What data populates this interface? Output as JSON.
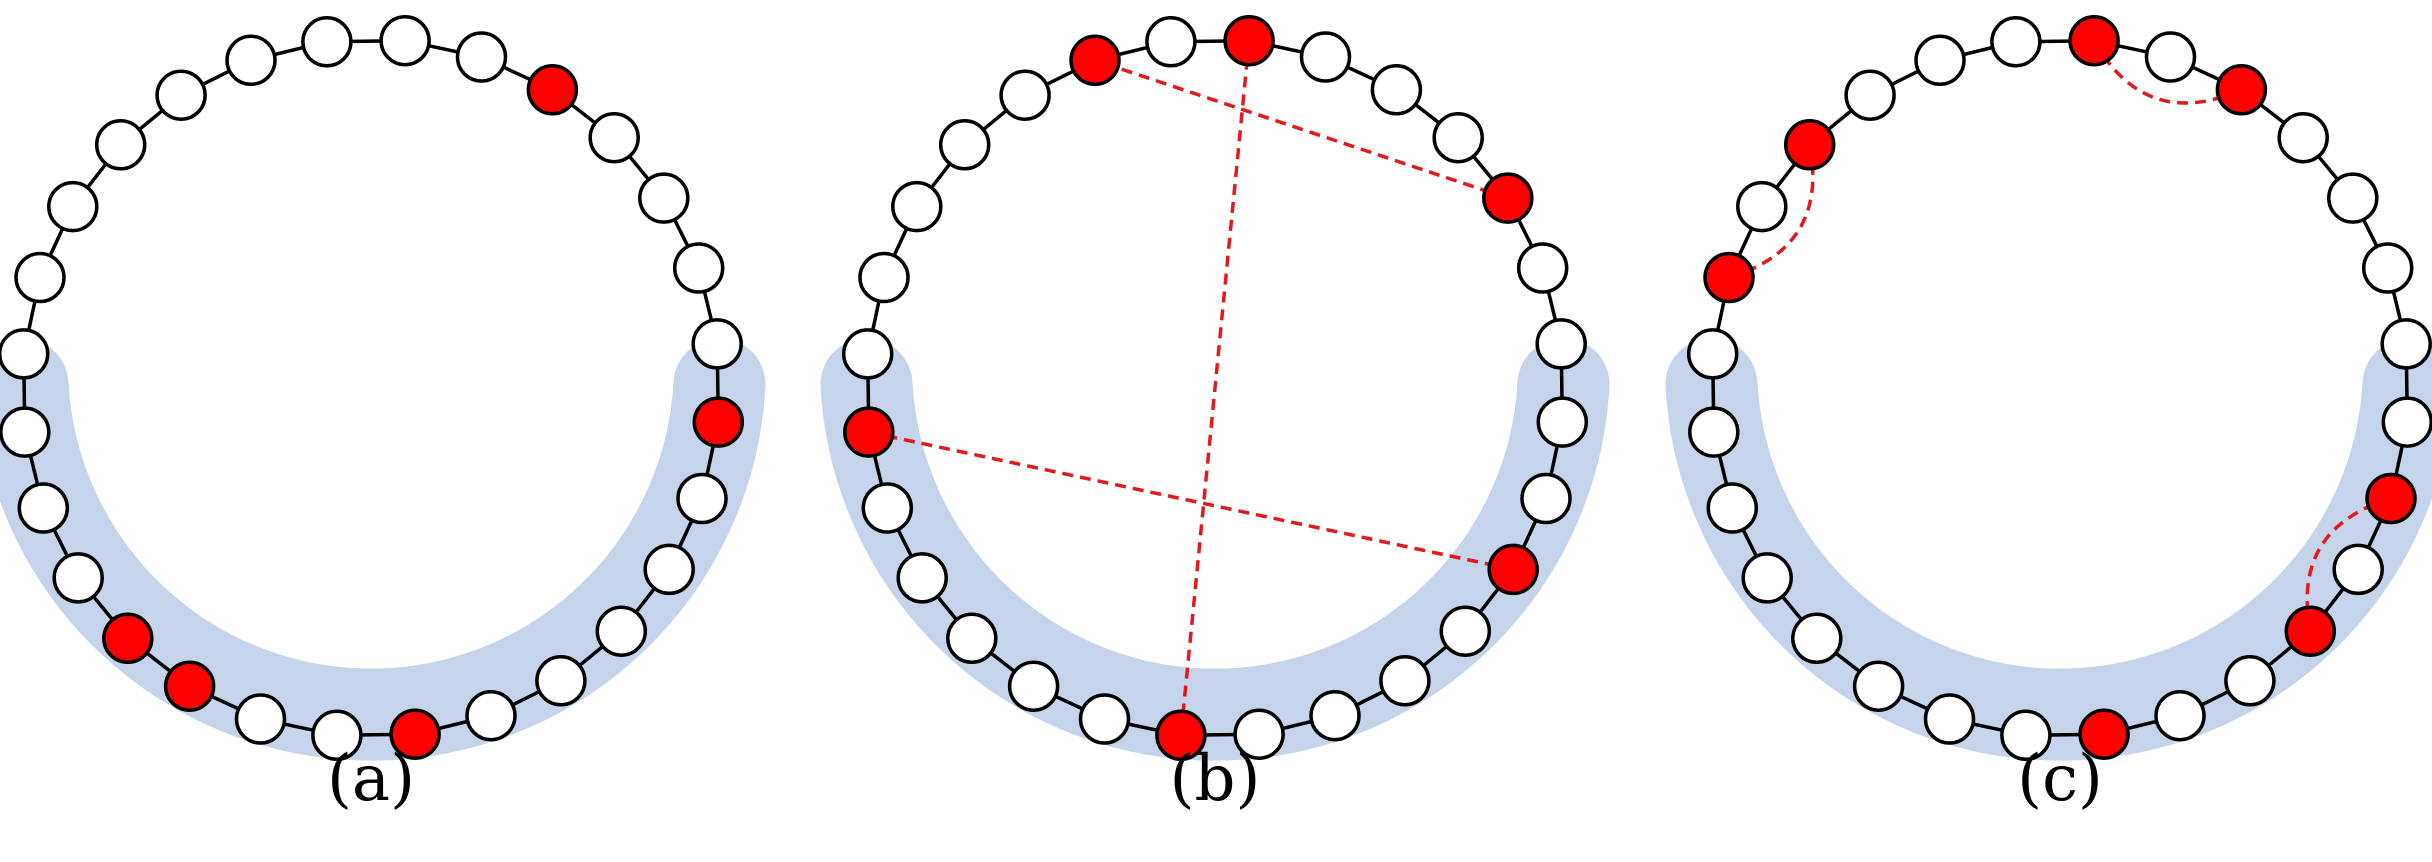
{
  "colors": {
    "band": "#c5d3eb",
    "edge": "#000000",
    "node_default": "#ffffff",
    "node_marked": "#ff0000",
    "node_stroke": "#000000",
    "match_link": "#e3191c"
  },
  "panels": [
    {
      "id": "a",
      "caption": "(a)",
      "marked_nodes": [
        2,
        7,
        13,
        16,
        17
      ],
      "links": []
    },
    {
      "id": "b",
      "caption": "(b)",
      "marked_nodes": [
        0,
        4,
        9,
        14,
        20,
        26
      ],
      "links": [
        {
          "from": 0,
          "to": 14,
          "style": "straight"
        },
        {
          "from": 4,
          "to": 26,
          "style": "straight"
        },
        {
          "from": 9,
          "to": 20,
          "style": "straight"
        }
      ]
    },
    {
      "id": "c",
      "caption": "(c)",
      "marked_nodes": [
        0,
        2,
        8,
        10,
        13,
        22,
        24
      ],
      "links": [
        {
          "from": 0,
          "to": 2,
          "style": "curved"
        },
        {
          "from": 8,
          "to": 10,
          "style": "curved"
        },
        {
          "from": 22,
          "to": 24,
          "style": "curved"
        }
      ]
    }
  ]
}
